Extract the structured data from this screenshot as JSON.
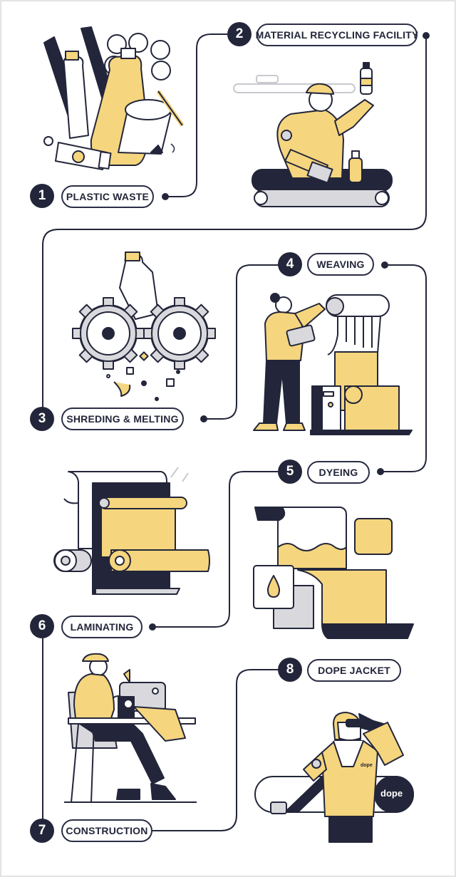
{
  "colors": {
    "navy": "#23263a",
    "yellow": "#f5d57e",
    "grey": "#d9d9dd",
    "outline": "#2b2e45",
    "background": "#ffffff"
  },
  "steps": [
    {
      "number": "1",
      "label": "PLASTIC WASTE"
    },
    {
      "number": "2",
      "label": "MATERIAL RECYCLING FACILITY"
    },
    {
      "number": "3",
      "label": "SHREDING & MELTING"
    },
    {
      "number": "4",
      "label": "WEAVING"
    },
    {
      "number": "5",
      "label": "DYEING"
    },
    {
      "number": "6",
      "label": "LAMINATING"
    },
    {
      "number": "7",
      "label": "CONSTRUCTION"
    },
    {
      "number": "8",
      "label": "DOPE JACKET"
    }
  ],
  "brand": {
    "jacket_tag": "dope",
    "board_logo": "dope"
  }
}
